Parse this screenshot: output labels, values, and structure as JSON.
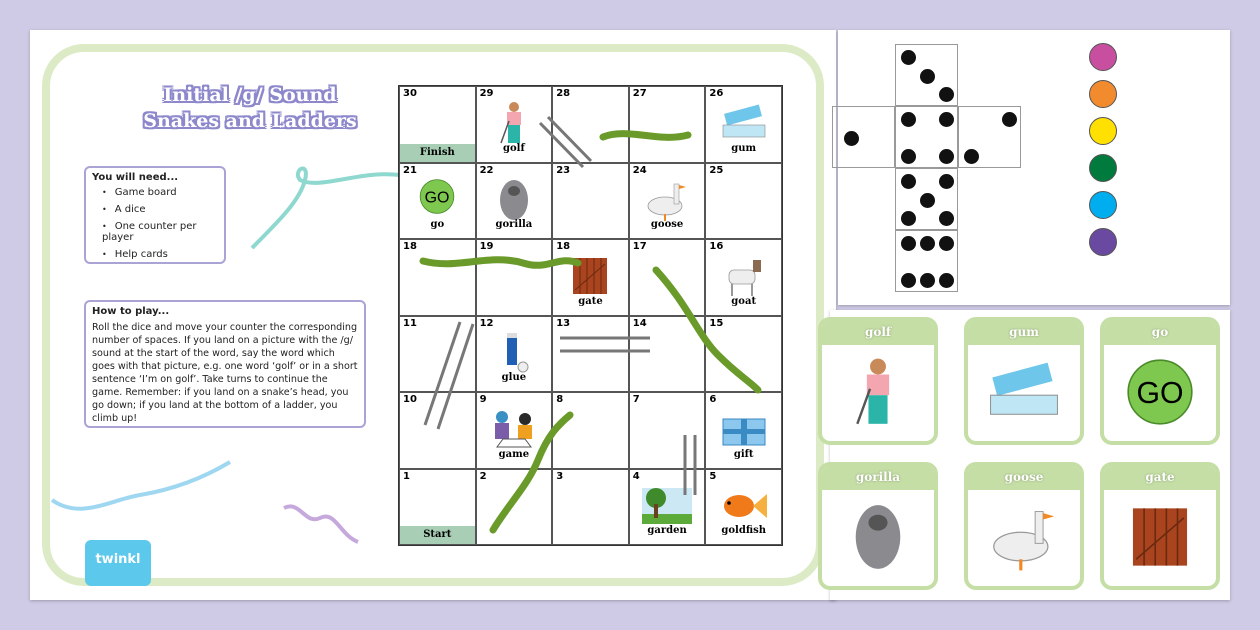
{
  "title": {
    "line1": "Initial /g/ Sound",
    "line2": "Snakes and Ladders"
  },
  "you_will_need": {
    "heading": "You will need...",
    "items": [
      "Game board",
      "A dice",
      "One counter per player",
      "Help cards"
    ]
  },
  "how_to_play": {
    "heading": "How to play...",
    "text": "Roll the dice and move your counter the corresponding number of spaces. If you land on a picture with the /g/ sound at the start of the word, say the word which goes with that picture, e.g. one word ‘golf’ or in a short sentence ‘I’m on golf’. Take turns to continue the game. Remember: if you land on a snake’s head, you go down; if you land at the bottom of a ladder, you climb up!"
  },
  "logo": "twinkl",
  "board": {
    "cells": [
      {
        "n": "30",
        "tag": "Finish"
      },
      {
        "n": "29",
        "word": "golf",
        "icon": "golfer-icon"
      },
      {
        "n": "28"
      },
      {
        "n": "27"
      },
      {
        "n": "26",
        "word": "gum",
        "icon": "gum-icon"
      },
      {
        "n": "21",
        "word": "go",
        "icon": "go-icon"
      },
      {
        "n": "22",
        "word": "gorilla",
        "icon": "gorilla-icon"
      },
      {
        "n": "23"
      },
      {
        "n": "24",
        "word": "goose",
        "icon": "goose-icon"
      },
      {
        "n": "25"
      },
      {
        "n": "18"
      },
      {
        "n": "19"
      },
      {
        "n": "18",
        "word": "gate",
        "icon": "gate-icon"
      },
      {
        "n": "17"
      },
      {
        "n": "16",
        "word": "goat",
        "icon": "goat-icon"
      },
      {
        "n": "11"
      },
      {
        "n": "12",
        "word": "glue",
        "icon": "glue-icon"
      },
      {
        "n": "13"
      },
      {
        "n": "14"
      },
      {
        "n": "15"
      },
      {
        "n": "10"
      },
      {
        "n": "9",
        "word": "game",
        "icon": "game-icon"
      },
      {
        "n": "8"
      },
      {
        "n": "7"
      },
      {
        "n": "6",
        "word": "gift",
        "icon": "gift-icon"
      },
      {
        "n": "1",
        "tag": "Start"
      },
      {
        "n": "2"
      },
      {
        "n": "3"
      },
      {
        "n": "4",
        "word": "garden",
        "icon": "garden-icon"
      },
      {
        "n": "5",
        "word": "goldfish",
        "icon": "goldfish-icon"
      }
    ]
  },
  "go_label": "GO",
  "counters": [
    "#c84fa0",
    "#f28a2e",
    "#ffe000",
    "#007a3d",
    "#00aeef",
    "#6a4aa0"
  ],
  "cards": [
    {
      "word": "golf",
      "icon": "golfer-icon"
    },
    {
      "word": "gum",
      "icon": "gum-icon"
    },
    {
      "word": "go",
      "icon": "go-icon"
    },
    {
      "word": "gorilla",
      "icon": "gorilla-icon"
    },
    {
      "word": "goose",
      "icon": "goose-icon"
    },
    {
      "word": "gate",
      "icon": "gate-icon"
    }
  ],
  "colors": {
    "background": "#cfcbe6",
    "frame": "#dcebc6",
    "card_header": "#c4dea5",
    "tag": "#a8cfb6",
    "snake": "#8cc63f",
    "box_border": "#a9a3d6"
  }
}
